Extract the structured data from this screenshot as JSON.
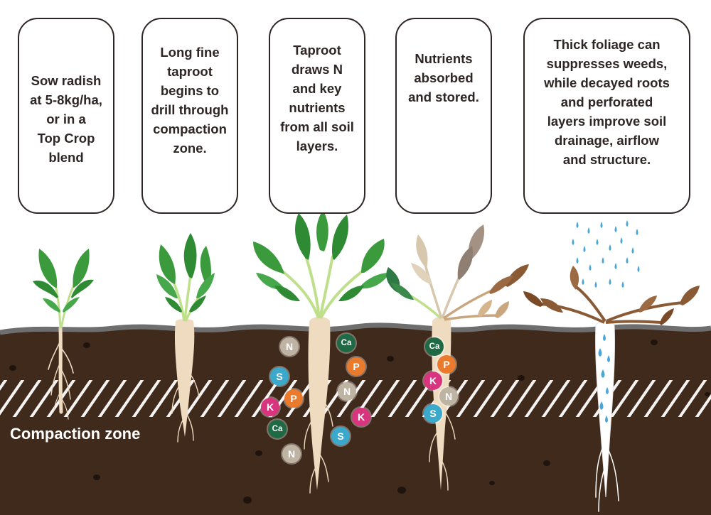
{
  "title": "Radish growth stages and soil benefits",
  "steps": [
    {
      "text": "Sow radish\nat 5-8kg/ha,\nor in a\nTop Crop\nblend"
    },
    {
      "text": "Long fine\ntaproot\nbegins to\ndrill through\ncompaction\nzone."
    },
    {
      "text": "Taproot\ndraws N\nand key\nnutrients\nfrom all soil\nlayers."
    },
    {
      "text": "Nutrients\nabsorbed\nand stored."
    },
    {
      "text": "Thick foliage can\nsuppresses weeds,\nwhile decayed roots\nand perforated\nlayers improve soil\ndrainage, airflow\nand structure."
    }
  ],
  "compaction_label": "Compaction zone",
  "nutrients": {
    "N": "N",
    "S": "S",
    "P": "P",
    "K": "K",
    "Ca": "Ca"
  },
  "colors": {
    "soil": "#3f2a1c",
    "soil_edge": "#6e6e6e",
    "leaf_green": "#3a9a3c",
    "leaf_brown": "#8a5a35",
    "root": "#efdcc0",
    "water": "#4aa6d6",
    "N": "#bfb3a3",
    "S": "#3aa9cc",
    "P": "#ea7a2c",
    "K": "#d8357e",
    "Ca": "#1f6a44"
  }
}
